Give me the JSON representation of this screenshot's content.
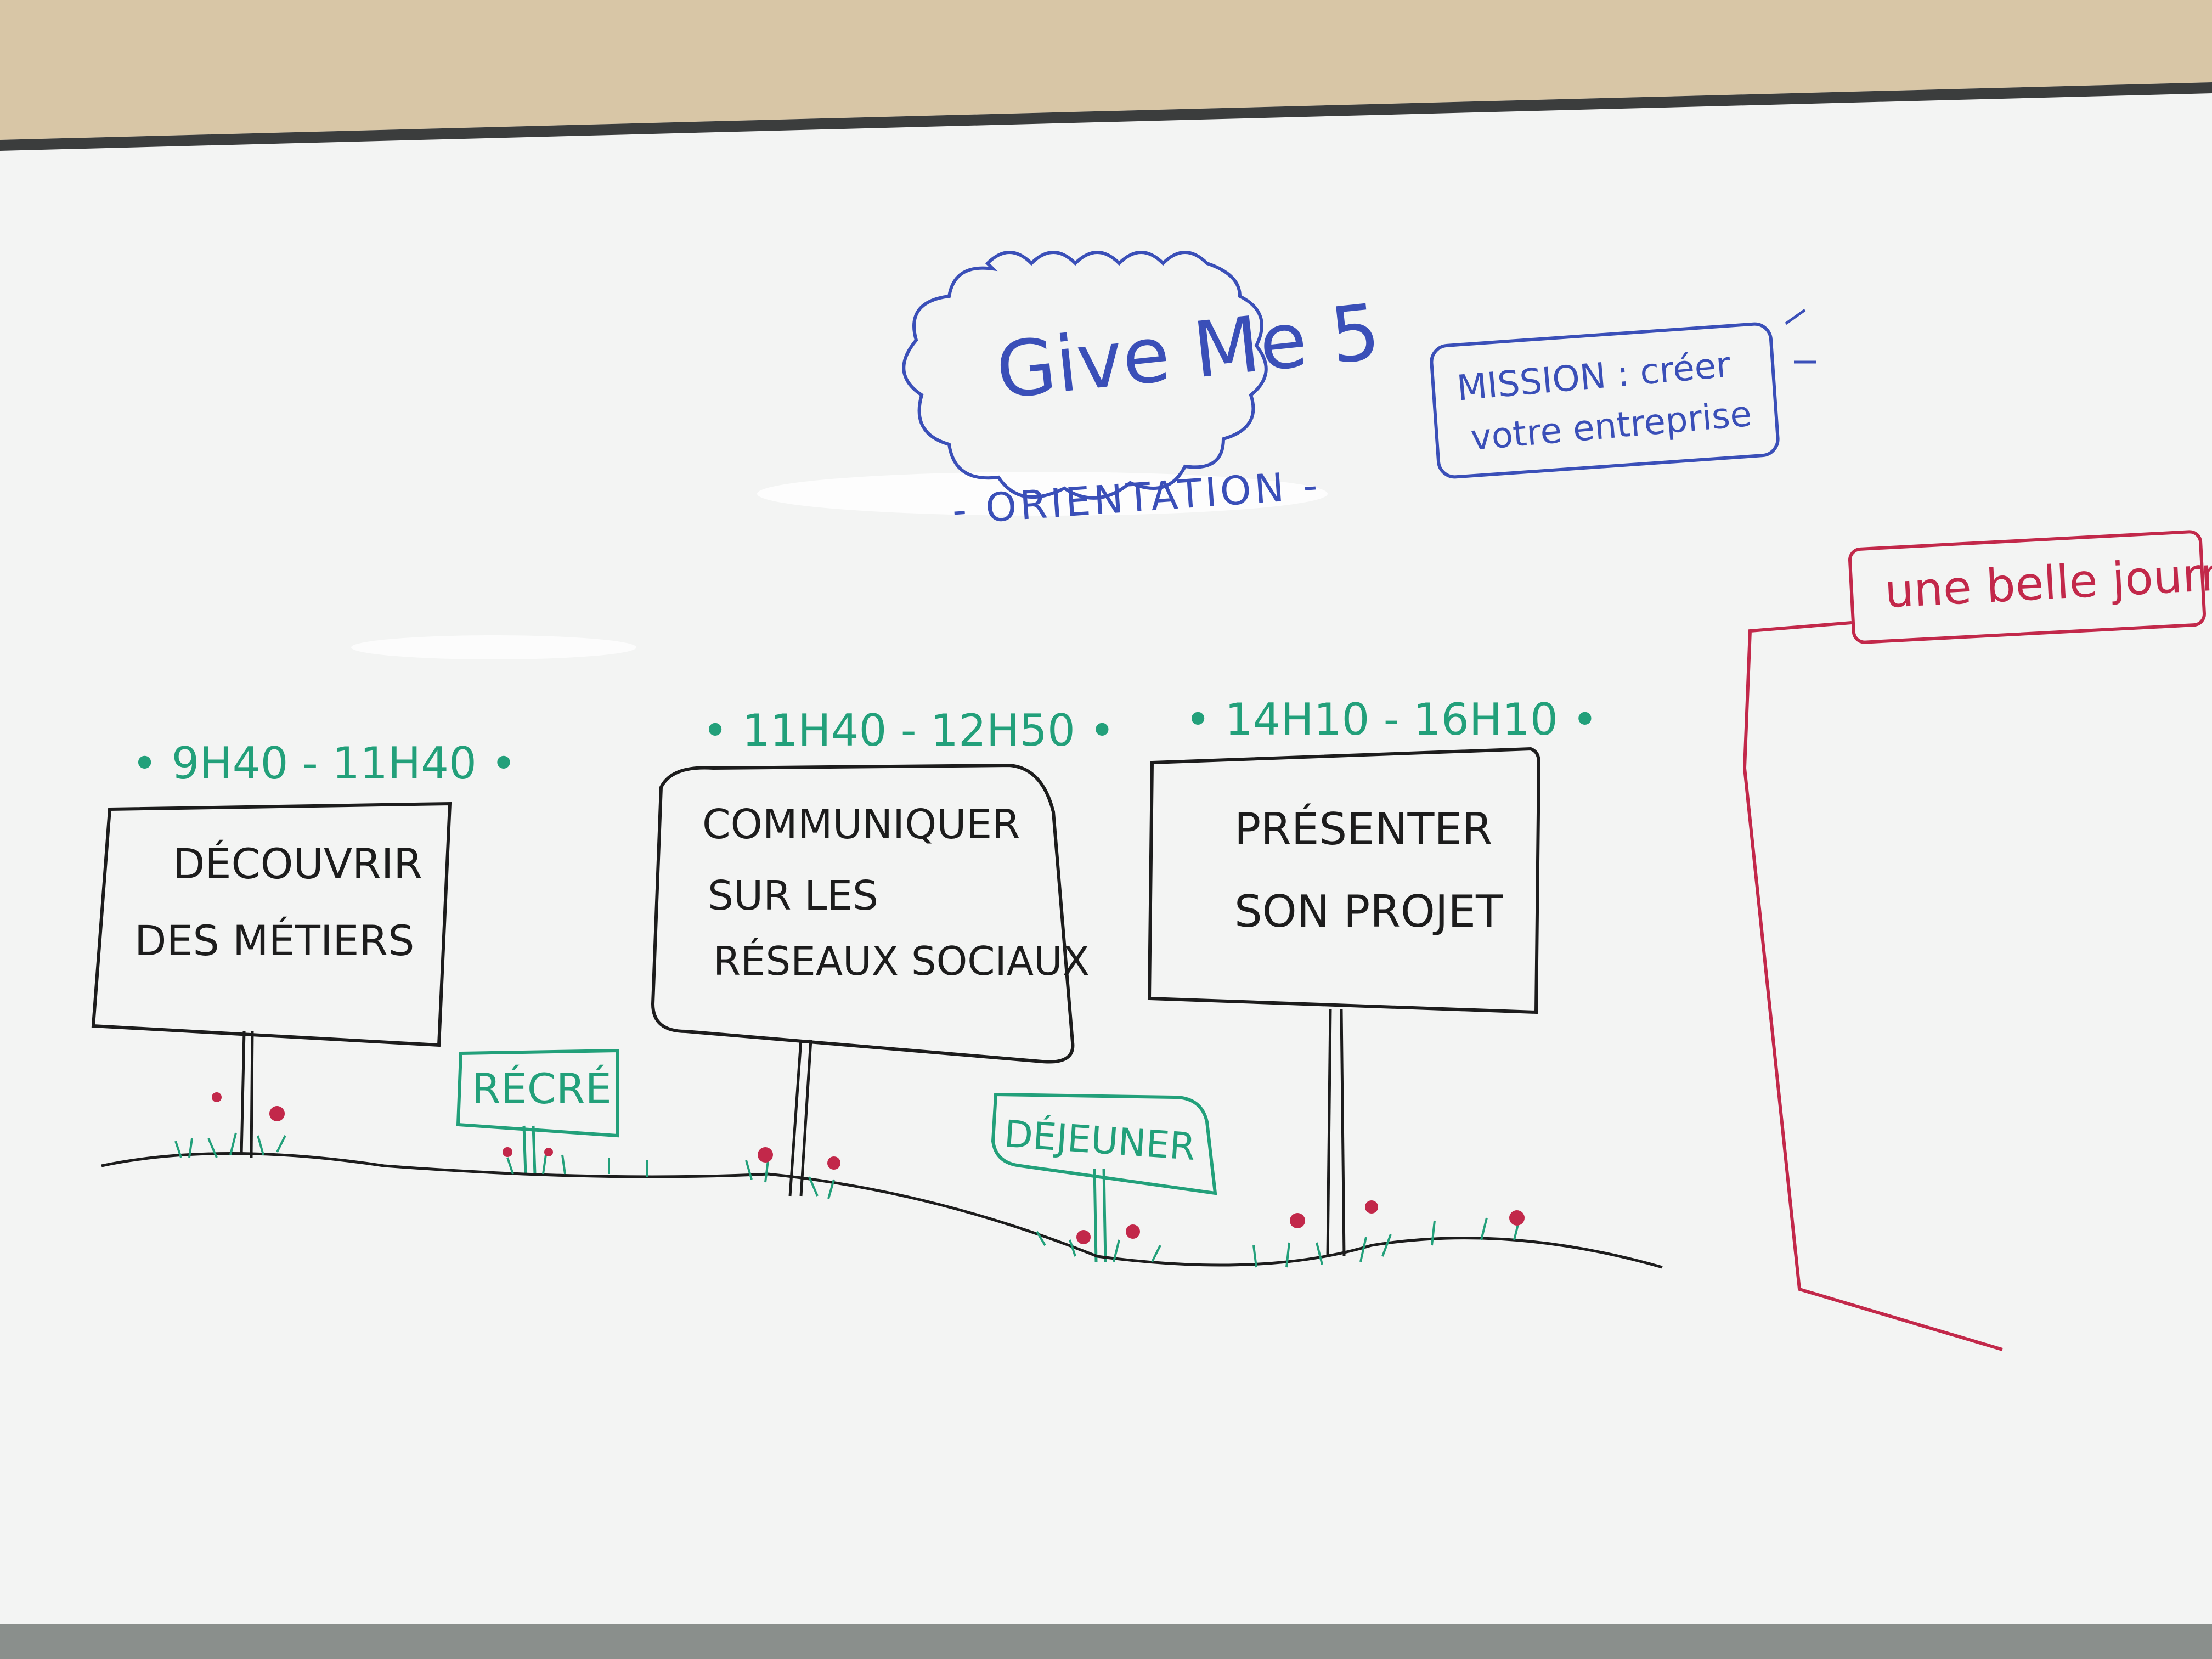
{
  "header": {
    "title": "Give Me 5",
    "subtitle": "- ORIENTATION -",
    "mission_line1": "MISSION : créer",
    "mission_line2": "votre entreprise",
    "side_label": "une belle journée"
  },
  "timeline": {
    "stations": [
      {
        "time": "• 9H40 - 11H40 •",
        "line1": "DÉCOUVRIR",
        "line2": "DES MÉTIERS",
        "line3": ""
      },
      {
        "time": "• 11H40 - 12H50 •",
        "line1": "COMMUNIQUER",
        "line2": "SUR LES",
        "line3": "RÉSEAUX SOCIAUX"
      },
      {
        "time": "• 14H10 - 16H10 •",
        "line1": "PRÉSENTER",
        "line2": "SON PROJET",
        "line3": ""
      }
    ],
    "breaks": [
      {
        "label": "RÉCRÉ"
      },
      {
        "label": "DÉJEUNER"
      }
    ]
  },
  "colors": {
    "board": "#f4f5f4",
    "frame": "#d9c7a7",
    "ink_black": "#1c1c1c",
    "ink_blue": "#3a4fb8",
    "ink_green": "#22a07a",
    "ink_red": "#c2284a"
  }
}
